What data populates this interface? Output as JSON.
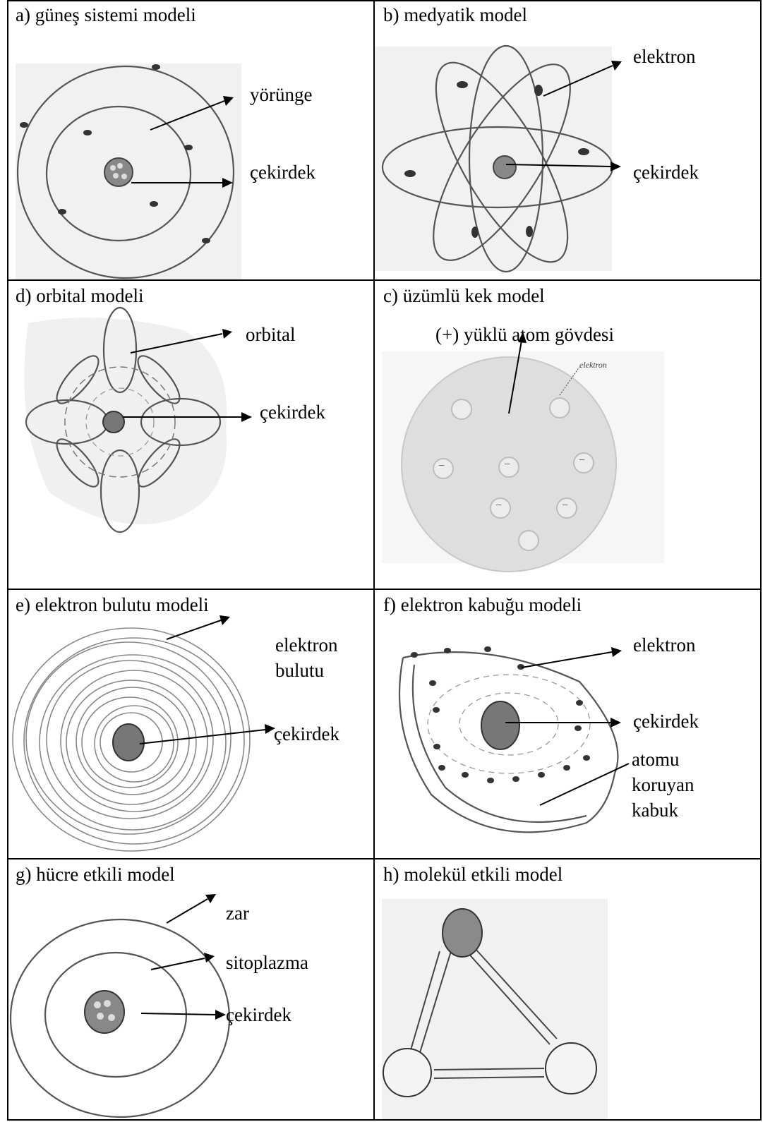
{
  "panels": {
    "a": {
      "title": "a) güneş sistemi modeli",
      "labels": {
        "orbit": "yörünge",
        "nucleus": "çekirdek"
      }
    },
    "b": {
      "title": "b) medyatik model",
      "labels": {
        "electron": "elektron",
        "nucleus": "çekirdek"
      }
    },
    "d": {
      "title": "d) orbital modeli",
      "labels": {
        "orbital": "orbital",
        "nucleus": "çekirdek"
      }
    },
    "c": {
      "title": "c) üzümlü kek model",
      "labels": {
        "body": "(+) yüklü atom gövdesi",
        "electron_small": "elektron",
        "minus": "−"
      }
    },
    "e": {
      "title": "e) elektron bulutu modeli",
      "labels": {
        "cloud": "elektron bulutu",
        "nucleus": "çekirdek"
      }
    },
    "f": {
      "title": "f) elektron kabuğu modeli",
      "labels": {
        "electron": "elektron",
        "nucleus": "çekirdek",
        "shell": "atomu koruyan kabuk"
      }
    },
    "g": {
      "title": "g) hücre etkili model",
      "labels": {
        "membrane": "zar",
        "cytoplasm": "sitoplazma",
        "nucleus": "çekirdek"
      }
    },
    "h": {
      "title": "h) molekül etkili model"
    }
  }
}
